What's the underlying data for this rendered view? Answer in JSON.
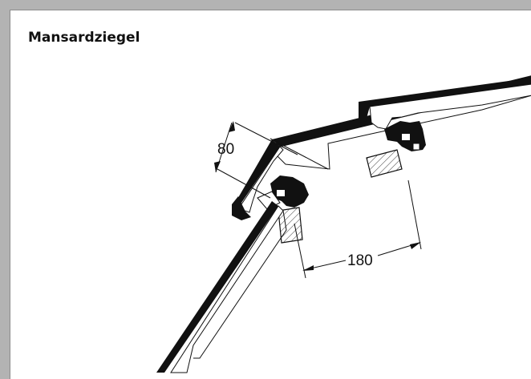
{
  "title": "Mansardziegel",
  "dimensions": {
    "height_label": "80",
    "width_label": "180"
  },
  "colors": {
    "frame": "#b3b3b3",
    "sheet": "#ffffff",
    "ink": "#111111"
  }
}
